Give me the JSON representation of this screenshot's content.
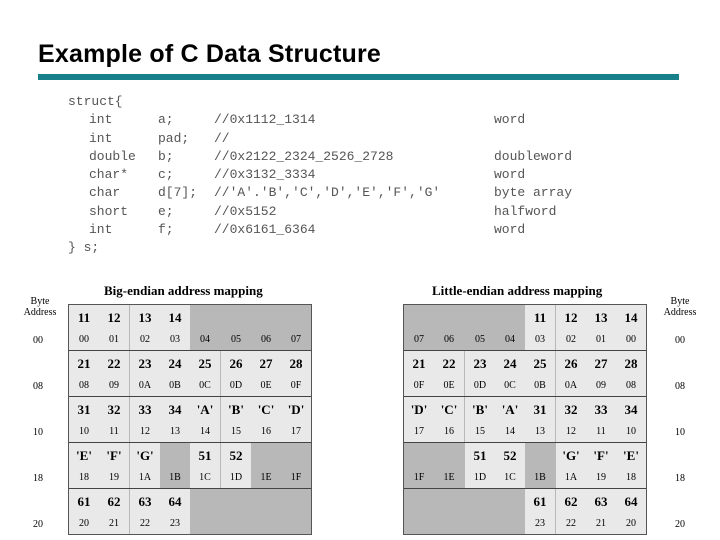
{
  "title": "Example of C Data Structure",
  "code": {
    "open": "struct{",
    "lines": [
      {
        "type": "int",
        "name": "a;",
        "comment": "//0x1112_1314",
        "kind": "word"
      },
      {
        "type": "int",
        "name": "pad;",
        "comment": "//",
        "kind": ""
      },
      {
        "type": "double",
        "name": "b;",
        "comment": "//0x2122_2324_2526_2728",
        "kind": "doubleword"
      },
      {
        "type": "char*",
        "name": "c;",
        "comment": "//0x3132_3334",
        "kind": "word"
      },
      {
        "type": "char",
        "name": "d[7];",
        "comment": "//'A'.'B','C','D','E','F','G'",
        "kind": "byte array"
      },
      {
        "type": "short",
        "name": "e;",
        "comment": "//0x5152",
        "kind": "halfword"
      },
      {
        "type": "int",
        "name": "f;",
        "comment": "//0x6161_6364",
        "kind": "word"
      }
    ],
    "close": "} s;"
  },
  "big_endian": {
    "heading": "Big-endian address mapping",
    "label": "Byte\nAddress",
    "rows": [
      {
        "addr": "00",
        "cells": [
          [
            "11",
            "00"
          ],
          [
            "12",
            "01"
          ],
          [
            "13",
            "02"
          ],
          [
            "14",
            "03"
          ],
          [
            "",
            "04"
          ],
          [
            "",
            "05"
          ],
          [
            "",
            "06"
          ],
          [
            "",
            "07"
          ]
        ]
      },
      {
        "addr": "08",
        "cells": [
          [
            "21",
            "08"
          ],
          [
            "22",
            "09"
          ],
          [
            "23",
            "0A"
          ],
          [
            "24",
            "0B"
          ],
          [
            "25",
            "0C"
          ],
          [
            "26",
            "0D"
          ],
          [
            "27",
            "0E"
          ],
          [
            "28",
            "0F"
          ]
        ]
      },
      {
        "addr": "10",
        "cells": [
          [
            "31",
            "10"
          ],
          [
            "32",
            "11"
          ],
          [
            "33",
            "12"
          ],
          [
            "34",
            "13"
          ],
          [
            "'A'",
            "14"
          ],
          [
            "'B'",
            "15"
          ],
          [
            "'C'",
            "16"
          ],
          [
            "'D'",
            "17"
          ]
        ]
      },
      {
        "addr": "18",
        "cells": [
          [
            "'E'",
            "18"
          ],
          [
            "'F'",
            "19"
          ],
          [
            "'G'",
            "1A"
          ],
          [
            "",
            "1B"
          ],
          [
            "51",
            "1C"
          ],
          [
            "52",
            "1D"
          ],
          [
            "",
            "1E"
          ],
          [
            "",
            "1F"
          ]
        ]
      },
      {
        "addr": "20",
        "cells": [
          [
            "61",
            "20"
          ],
          [
            "62",
            "21"
          ],
          [
            "63",
            "22"
          ],
          [
            "64",
            "23"
          ]
        ]
      }
    ]
  },
  "little_endian": {
    "heading": "Little-endian address mapping",
    "label": "Byte\nAddress",
    "rows": [
      {
        "addr": "00",
        "cells": [
          [
            "",
            "07"
          ],
          [
            "",
            "06"
          ],
          [
            "",
            "05"
          ],
          [
            "",
            "04"
          ],
          [
            "11",
            "03"
          ],
          [
            "12",
            "02"
          ],
          [
            "13",
            "01"
          ],
          [
            "14",
            "00"
          ]
        ]
      },
      {
        "addr": "08",
        "cells": [
          [
            "21",
            "0F"
          ],
          [
            "22",
            "0E"
          ],
          [
            "23",
            "0D"
          ],
          [
            "24",
            "0C"
          ],
          [
            "25",
            "0B"
          ],
          [
            "26",
            "0A"
          ],
          [
            "27",
            "09"
          ],
          [
            "28",
            "08"
          ]
        ]
      },
      {
        "addr": "10",
        "cells": [
          [
            "'D'",
            "17"
          ],
          [
            "'C'",
            "16"
          ],
          [
            "'B'",
            "15"
          ],
          [
            "'A'",
            "14"
          ],
          [
            "31",
            "13"
          ],
          [
            "32",
            "12"
          ],
          [
            "33",
            "11"
          ],
          [
            "34",
            "10"
          ]
        ]
      },
      {
        "addr": "18",
        "cells": [
          [
            "",
            "1F"
          ],
          [
            "",
            "1E"
          ],
          [
            "51",
            "1D"
          ],
          [
            "52",
            "1C"
          ],
          [
            "",
            "1B"
          ],
          [
            "'G'",
            "1A"
          ],
          [
            "'F'",
            "19"
          ],
          [
            "'E'",
            "18"
          ]
        ]
      },
      {
        "addr": "20",
        "cells": [
          [
            "",
            "",
            ""
          ],
          [
            "",
            "",
            ""
          ],
          [
            "",
            "",
            ""
          ],
          [
            "",
            "",
            ""
          ],
          [
            "61",
            "23"
          ],
          [
            "62",
            "22"
          ],
          [
            "63",
            "21"
          ],
          [
            "64",
            "20"
          ]
        ]
      }
    ]
  }
}
